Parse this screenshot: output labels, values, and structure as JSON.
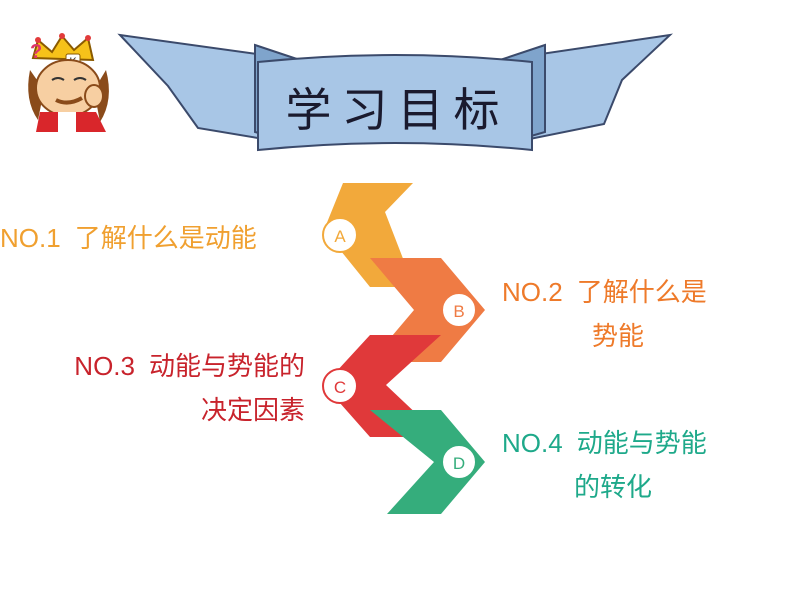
{
  "title": "学习目标",
  "mascot_badge": "K",
  "mascot_mark": "?",
  "steps": [
    {
      "letter": "A",
      "color": "#f2a93b"
    },
    {
      "letter": "B",
      "color": "#ef7b44"
    },
    {
      "letter": "C",
      "color": "#e0393a"
    },
    {
      "letter": "D",
      "color": "#35ad7c"
    }
  ],
  "goals": {
    "a": {
      "num": "NO.1",
      "line1": "了解什么是动能"
    },
    "b": {
      "num": "NO.2",
      "line1": "了解什么是",
      "line2": "势能"
    },
    "c": {
      "num": "NO.3",
      "line1": "动能与势能的",
      "line2": "决定因素"
    },
    "d": {
      "num": "NO.4",
      "line1": "动能与势能",
      "line2": "的转化"
    }
  },
  "colors": {
    "banner_fill": "#a8c6e6",
    "banner_stroke": "#3b4a6b"
  }
}
